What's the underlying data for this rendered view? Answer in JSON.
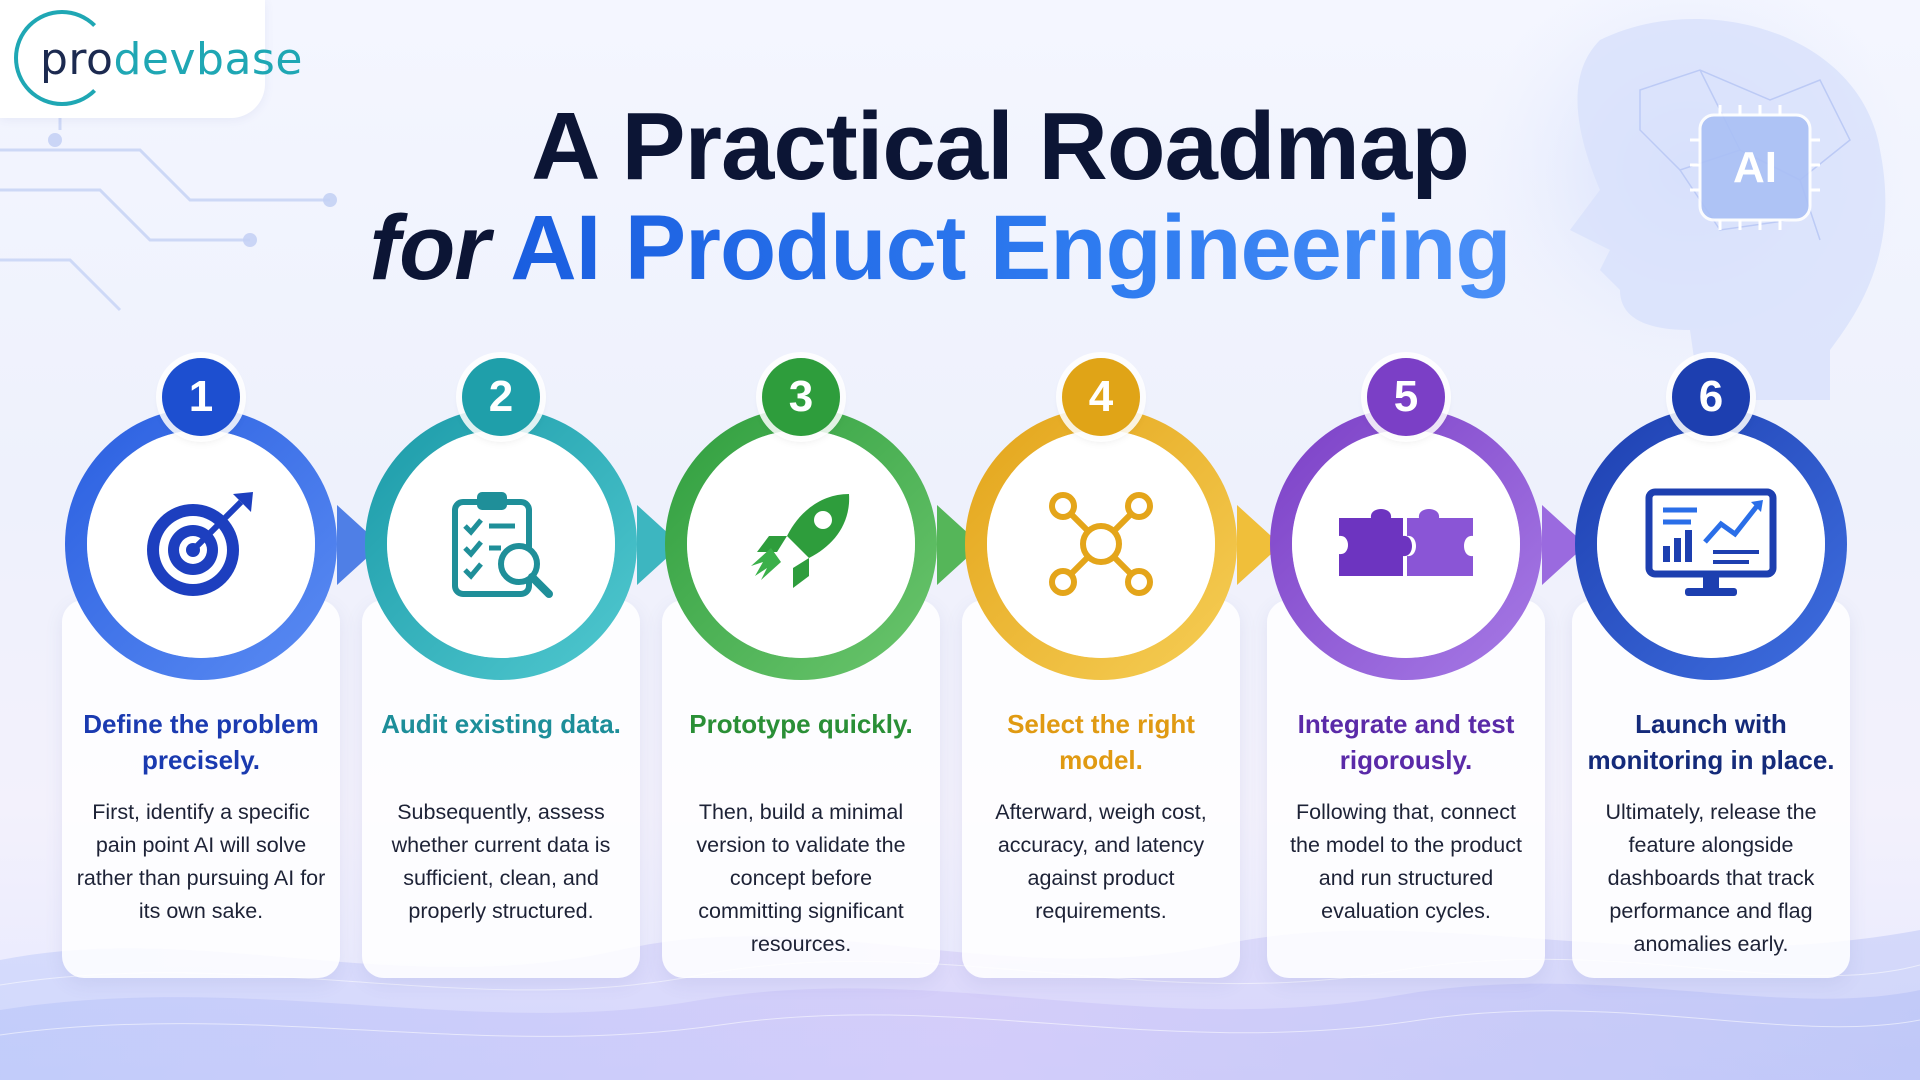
{
  "brand": {
    "logo_prefix": "pro",
    "logo_suffix": "devbase"
  },
  "headline": {
    "line1": "A Practical Roadmap",
    "line2_prefix": "for",
    "line2_highlight": "AI Product Engineering"
  },
  "decor": {
    "chip_label": "AI"
  },
  "colors": {
    "step1": "#1d4fd0",
    "step2": "#1f9faa",
    "step3": "#2e9d3c",
    "step4": "#e0a417",
    "step5": "#7b3fc6",
    "step6": "#1d3fb0",
    "title_dark": "#0c1535",
    "title_accent": "#2a6ee8"
  },
  "steps": [
    {
      "number": "1",
      "icon": "target-icon",
      "title": "Define the problem precisely.",
      "description": "First, identify a specific pain point AI will solve rather than pursuing AI for its own sake."
    },
    {
      "number": "2",
      "icon": "clipboard-magnifier-icon",
      "title": "Audit existing data.",
      "description": "Subsequently, assess whether current data is sufficient, clean, and properly structured."
    },
    {
      "number": "3",
      "icon": "rocket-icon",
      "title": "Prototype quickly.",
      "description": "Then, build a minimal version to validate the concept before committing significant resources."
    },
    {
      "number": "4",
      "icon": "network-nodes-icon",
      "title": "Select the right model.",
      "description": "Afterward, weigh cost, accuracy, and latency against product requirements."
    },
    {
      "number": "5",
      "icon": "puzzle-icon",
      "title": "Integrate and test rigorously.",
      "description": "Following that, connect the model to the product and run structured evaluation cycles."
    },
    {
      "number": "6",
      "icon": "monitor-dashboard-icon",
      "title": "Launch with monitoring in place.",
      "description": "Ultimately, release the feature alongside dashboards that track performance and flag anomalies early."
    }
  ]
}
